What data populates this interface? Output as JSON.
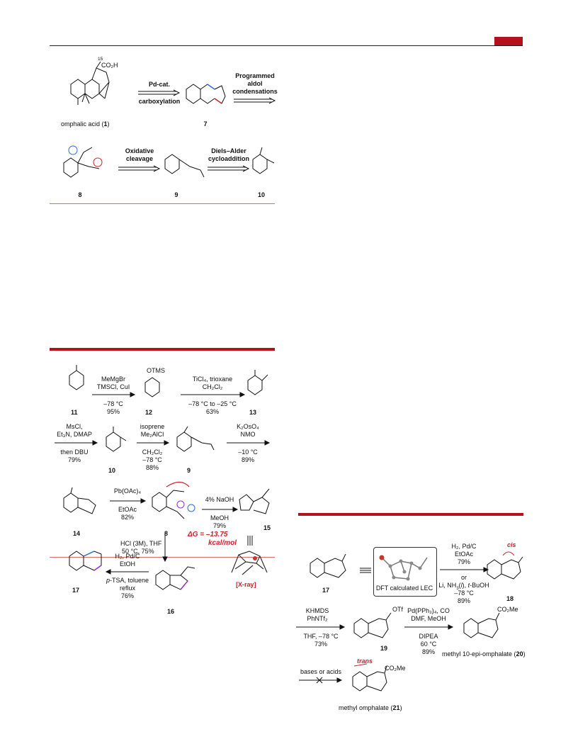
{
  "colors": {
    "accent": "#b4121b",
    "divider": "#d96b6b",
    "arrow": "#111111",
    "highlight_blue": "#2a6fd6",
    "highlight_purple": "#9b2bd1"
  },
  "scheme1": {
    "omphalic_label": "omphalic acid (",
    "omphalic_num": "1",
    "co2h": "CO₂H",
    "carbon_15": "15",
    "arrow1_top": "Pd-cat.",
    "arrow1_bottom": "carboxylation",
    "cmpd7": "7",
    "arrow2_top": "Programmed",
    "arrow2_mid": "aldol",
    "arrow2_bottom": "condensations",
    "cmpd8": "8",
    "arrow3_top": "Oxidative",
    "arrow3_bottom": "cleavage",
    "cmpd9": "9",
    "arrow4_top": "Diels–Alder",
    "arrow4_bottom": "cycloaddition",
    "cmpd10": "10"
  },
  "scheme2": {
    "c11": "11",
    "r1_top1": "MeMgBr",
    "r1_top2": "TMSCl, CuI",
    "r1_bot1": "–78 °C",
    "r1_bot2": "95%",
    "otms": "OTMS",
    "c12": "12",
    "r2_top1": "TiCl₄, trioxane",
    "r2_top2": "CH₂Cl₂",
    "r2_bot1": "–78 °C to –25 °C",
    "r2_bot2": "63%",
    "c13": "13",
    "r3_top1": "MsCl,",
    "r3_top2": "Et₃N, DMAP",
    "r3_bot1": "then DBU",
    "r3_bot2": "79%",
    "c10": "10",
    "r4_top1": "isoprene",
    "r4_top2": "Me₂AlCl",
    "r4_bot1": "CH₂Cl₂",
    "r4_bot2": "–78 °C",
    "r4_bot3": "88%",
    "c9": "9",
    "r5_top1": "K₂OsO₄",
    "r5_top2": "NMO",
    "r5_bot1": "–10 °C",
    "r5_bot2": "89%",
    "c14": "14",
    "r6_top1": "Pb(OAc)₄",
    "r6_bot1": "EtOAc",
    "r6_bot2": "82%",
    "c8": "8",
    "r7_top1": "4% NaOH",
    "r7_bot1": "MeOH",
    "r7_bot2": "79%",
    "dg_line1": "ΔG = –13.75",
    "dg_line2": "kcal/mol",
    "c15": "15",
    "xray": "[X-ray]",
    "r8_left1": "HCl (3M), THF",
    "r8_left2": "50 °C, 75%",
    "c16": "16",
    "r9_top1": "H₂, Pd/C",
    "r9_top2": "EtOH",
    "r9_bot1": "p-TSA, toluene",
    "r9_bot2": "reflux",
    "r9_bot3": "76%",
    "c17": "17"
  },
  "scheme3": {
    "c17": "17",
    "lec_label": "DFT calculated LEC",
    "r1_top1": "H₂, Pd/C",
    "r1_top2": "EtOAc",
    "r1_top3": "79%",
    "r1_or": "or",
    "r1_bot1": "Li, NH₃(l), t-BuOH",
    "r1_bot2": "–78 °C",
    "r1_bot3": "89%",
    "cis": "cis",
    "c18": "18",
    "r2_top1": "KHMDS",
    "r2_top2": "PhNTf₂",
    "r2_bot1": "THF, –78 °C",
    "r2_bot2": "73%",
    "otf": "OTf",
    "c19": "19",
    "r3_top1": "Pd(PPh₃)₄, CO",
    "r3_top2": "DMF, MeOH",
    "r3_bot1": "DIPEA",
    "r3_bot2": "60 °C",
    "r3_bot3": "89%",
    "co2me": "CO₂Me",
    "c20_label": "methyl 10-epi-omphalate (",
    "c20_num": "20",
    "r4_top1": "bases or acids",
    "trans": "trans",
    "c21_label": "methyl omphalate (",
    "c21_num": "21"
  }
}
